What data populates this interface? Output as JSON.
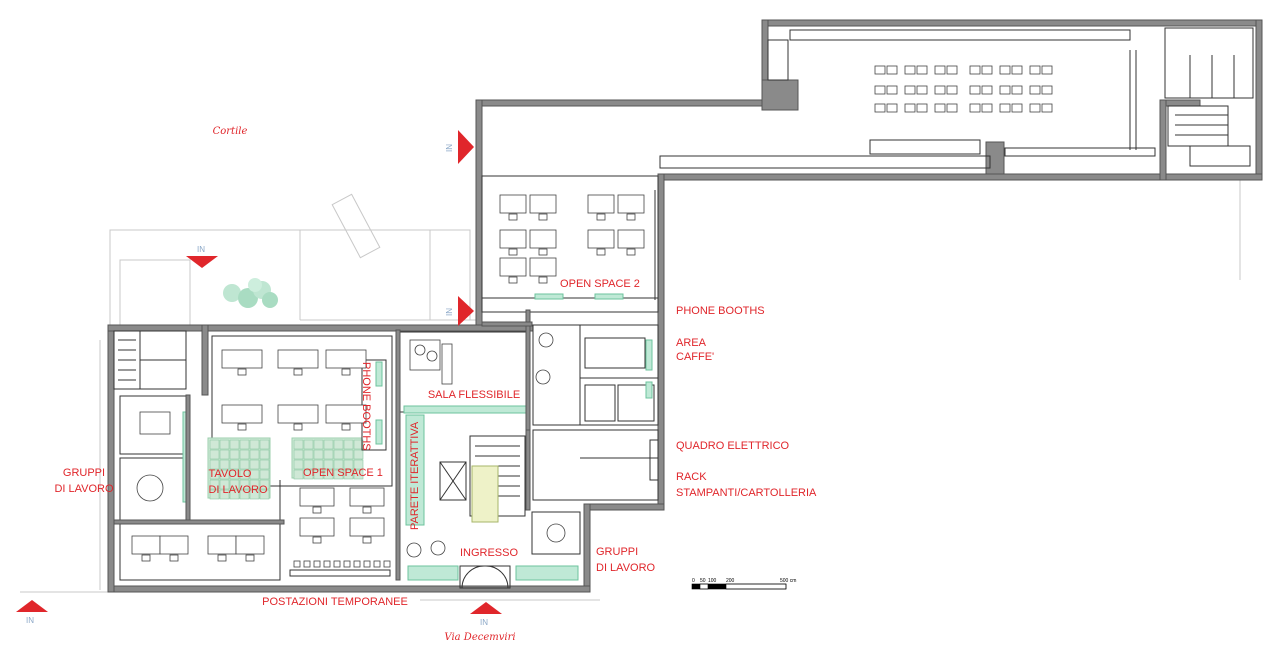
{
  "labels": {
    "cortile": "Cortile",
    "via": "Via Decemviri",
    "open_space_2": "OPEN SPACE 2",
    "phone_booths_right": "PHONE BOOTHS",
    "area_caffe_1": "AREA",
    "area_caffe_2": "CAFFE'",
    "sala_flessibile": "SALA FLESSIBILE",
    "phone_booths_vertical": "PHONE BOOTHS",
    "quadro_elettrico": "QUADRO ELETTRICO",
    "rack_1": "RACK",
    "rack_2": "STAMPANTI/CARTOLLERIA",
    "gruppi_left_1": "GRUPPI",
    "gruppi_left_2": "DI LAVORO",
    "tavolo_1": "TAVOLO",
    "tavolo_2": "DI LAVORO",
    "open_space_1": "OPEN SPACE 1",
    "parete": "PARETE ITERATTIVA",
    "ingresso": "INGRESSO",
    "gruppi_right_1": "GRUPPI",
    "gruppi_right_2": "DI LAVORO",
    "postazioni": "POSTAZIONI TEMPORANEE"
  },
  "entrances": [
    "IN",
    "IN",
    "IN",
    "IN",
    "IN"
  ],
  "scale_bar": {
    "ticks": [
      "0",
      "50",
      "100",
      "200",
      "500 cm"
    ]
  },
  "colors": {
    "label": "#e0262b",
    "arrow": "#e0262b",
    "glass": "#bfe9d6"
  }
}
